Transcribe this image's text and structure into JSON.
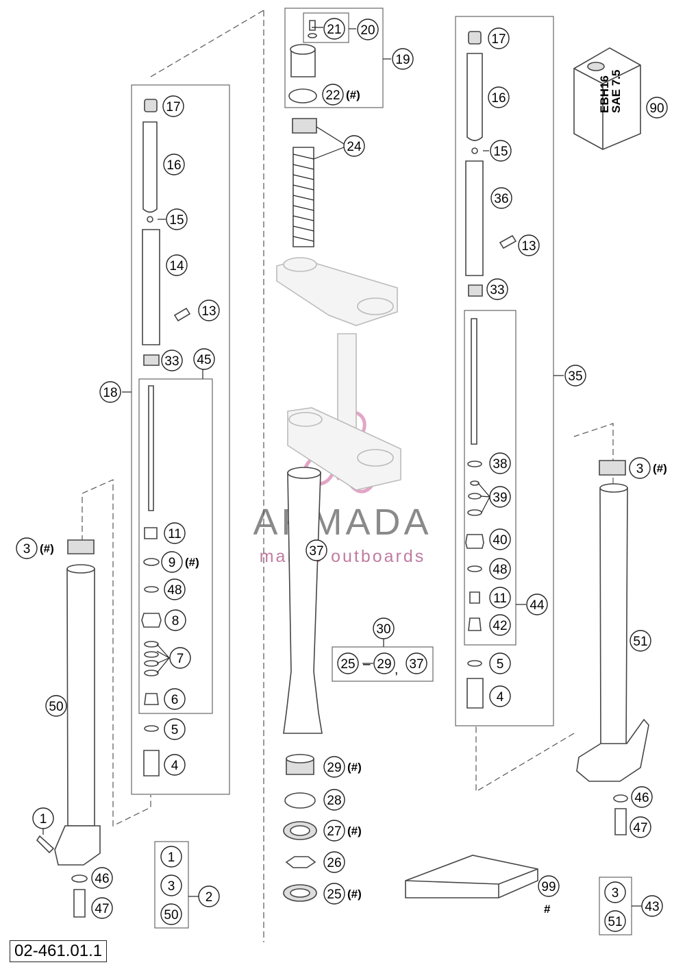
{
  "drawing_number": "02-461.01.1",
  "watermark": {
    "brand": "ARMADA",
    "tagline": "marine outboards"
  },
  "oil_can_label": [
    "EBH16",
    "SAE 7.5"
  ],
  "labels": {
    "spare_parts": "# ",
    "hash": "#",
    "parens_hash": "(#)",
    "range_dash": "–",
    "comma": ","
  },
  "callouts": [
    {
      "id": "c17a",
      "n": "17"
    },
    {
      "id": "c16a",
      "n": "16"
    },
    {
      "id": "c15a",
      "n": "15"
    },
    {
      "id": "c14",
      "n": "14"
    },
    {
      "id": "c13a",
      "n": "13"
    },
    {
      "id": "c33a",
      "n": "33"
    },
    {
      "id": "c45",
      "n": "45"
    },
    {
      "id": "c18",
      "n": "18"
    },
    {
      "id": "c11a",
      "n": "11"
    },
    {
      "id": "c9",
      "n": "9",
      "note": "(#)"
    },
    {
      "id": "c48a",
      "n": "48"
    },
    {
      "id": "c8",
      "n": "8"
    },
    {
      "id": "c7",
      "n": "7"
    },
    {
      "id": "c6",
      "n": "6"
    },
    {
      "id": "c5a",
      "n": "5"
    },
    {
      "id": "c4a",
      "n": "4"
    },
    {
      "id": "c3a",
      "n": "3",
      "note": "(#)"
    },
    {
      "id": "c50",
      "n": "50"
    },
    {
      "id": "c1",
      "n": "1"
    },
    {
      "id": "c46a",
      "n": "46"
    },
    {
      "id": "c47a",
      "n": "47"
    },
    {
      "id": "k1",
      "n": "1"
    },
    {
      "id": "k3",
      "n": "3"
    },
    {
      "id": "k50",
      "n": "50"
    },
    {
      "id": "c2",
      "n": "2"
    },
    {
      "id": "c21",
      "n": "21"
    },
    {
      "id": "c20",
      "n": "20"
    },
    {
      "id": "c19",
      "n": "19"
    },
    {
      "id": "c22",
      "n": "22",
      "note": "(#)"
    },
    {
      "id": "c24",
      "n": "24"
    },
    {
      "id": "c37",
      "n": "37"
    },
    {
      "id": "c30",
      "n": "30"
    },
    {
      "id": "k25",
      "n": "25"
    },
    {
      "id": "k29",
      "n": "29"
    },
    {
      "id": "k37",
      "n": "37"
    },
    {
      "id": "c29",
      "n": "29",
      "note": "(#)"
    },
    {
      "id": "c28",
      "n": "28"
    },
    {
      "id": "c27",
      "n": "27",
      "note": "(#)"
    },
    {
      "id": "c26",
      "n": "26"
    },
    {
      "id": "c25",
      "n": "25",
      "note": "(#)"
    },
    {
      "id": "c17b",
      "n": "17"
    },
    {
      "id": "c16b",
      "n": "16"
    },
    {
      "id": "c15b",
      "n": "15"
    },
    {
      "id": "c36",
      "n": "36"
    },
    {
      "id": "c13b",
      "n": "13"
    },
    {
      "id": "c33b",
      "n": "33"
    },
    {
      "id": "c35",
      "n": "35"
    },
    {
      "id": "c38",
      "n": "38"
    },
    {
      "id": "c39",
      "n": "39"
    },
    {
      "id": "c40",
      "n": "40"
    },
    {
      "id": "c48b",
      "n": "48"
    },
    {
      "id": "c11b",
      "n": "11"
    },
    {
      "id": "c44",
      "n": "44"
    },
    {
      "id": "c42",
      "n": "42"
    },
    {
      "id": "c5b",
      "n": "5"
    },
    {
      "id": "c4b",
      "n": "4"
    },
    {
      "id": "c90",
      "n": "90"
    },
    {
      "id": "c3b",
      "n": "3",
      "note": "(#)"
    },
    {
      "id": "c51",
      "n": "51"
    },
    {
      "id": "c46b",
      "n": "46"
    },
    {
      "id": "c47b",
      "n": "47"
    },
    {
      "id": "c99",
      "n": "99"
    },
    {
      "id": "k3b",
      "n": "3"
    },
    {
      "id": "k51",
      "n": "51"
    },
    {
      "id": "c43",
      "n": "43"
    }
  ]
}
